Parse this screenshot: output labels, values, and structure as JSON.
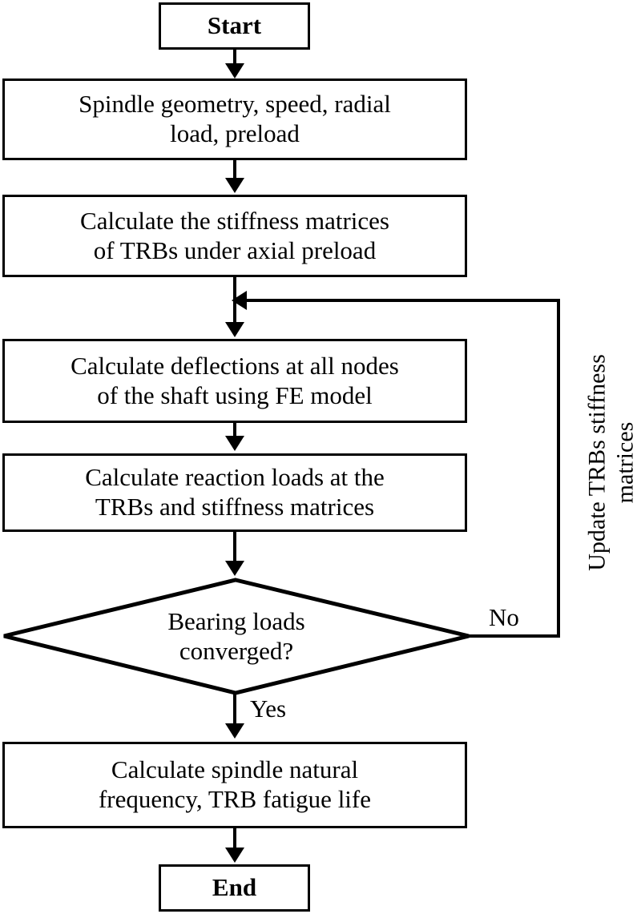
{
  "diagram": {
    "title": "Spindle and TRB analysis flowchart",
    "colors": {
      "stroke": "#000000",
      "fill": "#ffffff",
      "text": "#000000"
    },
    "nodes": {
      "start": {
        "label": "Start",
        "shape": "terminator"
      },
      "inputs": {
        "line1": "Spindle geometry, speed, radial",
        "line2": "load, preload",
        "shape": "process"
      },
      "bearing_stiffness": {
        "line1": "Calculate the stiffness matrices",
        "line2": "of TRBs under axial preload",
        "shape": "process"
      },
      "deflections": {
        "line1": "Calculate deflections at all nodes",
        "line2": "of the shaft using FE model",
        "shape": "process"
      },
      "reactions": {
        "line1": "Calculate reaction loads at the",
        "line2": "TRBs and stiffness matrices",
        "shape": "process"
      },
      "decision": {
        "line1": "Bearing loads",
        "line2": "converged?",
        "shape": "decision"
      },
      "results": {
        "line1": "Calculate spindle natural",
        "line2": "frequency, TRB fatigue life",
        "shape": "process"
      },
      "end": {
        "label": "End",
        "shape": "terminator"
      }
    },
    "edges": {
      "no_label": "No",
      "yes_label": "Yes",
      "feedback_line1": "Update TRBs stiffness",
      "feedback_line2": "matrices"
    }
  }
}
